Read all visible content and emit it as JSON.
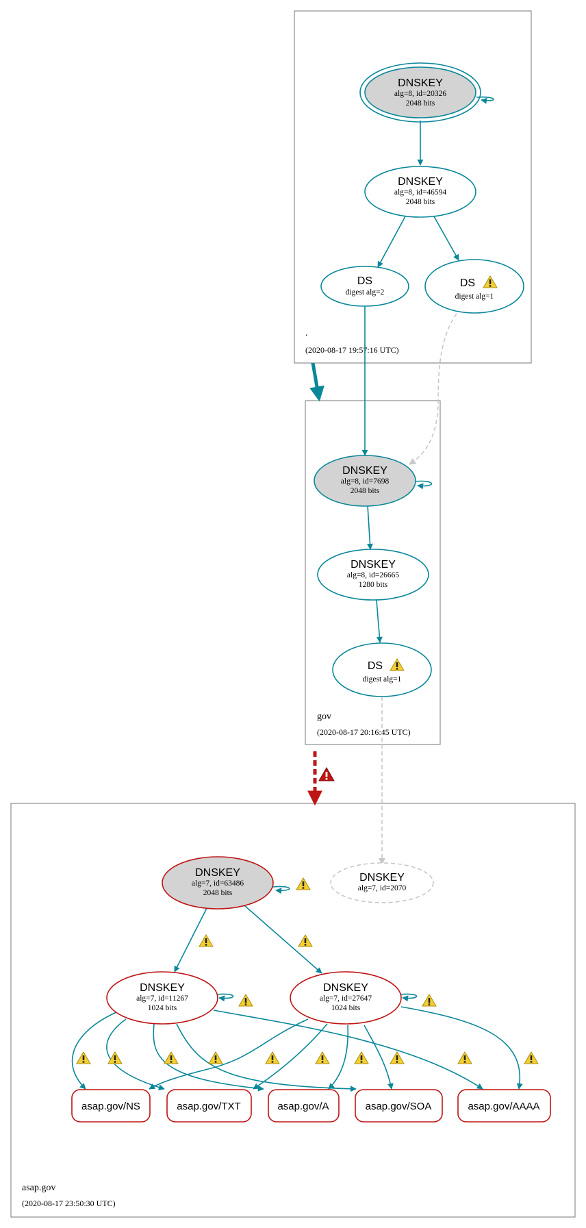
{
  "colors": {
    "teal": "#0a879a",
    "red": "#be1515",
    "gray_fill": "#d3d3d3",
    "dashed_gray": "#c8c8c8",
    "zone_border": "#777777",
    "warning_yellow": "#f2d032"
  },
  "zones": {
    "root": {
      "name": ".",
      "date": "(2020-08-17 19:57:16 UTC)"
    },
    "gov": {
      "name": "gov",
      "date": "(2020-08-17 20:16:45 UTC)"
    },
    "asap": {
      "name": "asap.gov",
      "date": "(2020-08-17 23:50:30 UTC)"
    }
  },
  "nodes": {
    "root_ksk": {
      "title": "DNSKEY",
      "line1": "alg=8, id=20326",
      "line2": "2048 bits"
    },
    "root_zsk": {
      "title": "DNSKEY",
      "line1": "alg=8, id=46594",
      "line2": "2048 bits"
    },
    "root_ds2": {
      "title": "DS",
      "line1": "digest alg=2"
    },
    "root_ds1": {
      "title": "DS",
      "line1": "digest alg=1"
    },
    "gov_ksk": {
      "title": "DNSKEY",
      "line1": "alg=8, id=7698",
      "line2": "2048 bits"
    },
    "gov_zsk": {
      "title": "DNSKEY",
      "line1": "alg=8, id=26665",
      "line2": "1280 bits"
    },
    "gov_ds1": {
      "title": "DS",
      "line1": "digest alg=1"
    },
    "asap_ksk": {
      "title": "DNSKEY",
      "line1": "alg=7, id=63486",
      "line2": "2048 bits"
    },
    "asap_missing": {
      "title": "DNSKEY",
      "line1": "alg=7, id=2070"
    },
    "asap_zsk1": {
      "title": "DNSKEY",
      "line1": "alg=7, id=11267",
      "line2": "1024 bits"
    },
    "asap_zsk2": {
      "title": "DNSKEY",
      "line1": "alg=7, id=27647",
      "line2": "1024 bits"
    }
  },
  "rrsets": [
    "asap.gov/NS",
    "asap.gov/TXT",
    "asap.gov/A",
    "asap.gov/SOA",
    "asap.gov/AAAA"
  ],
  "icons": {
    "warning": "warning-icon",
    "error": "error-icon"
  }
}
